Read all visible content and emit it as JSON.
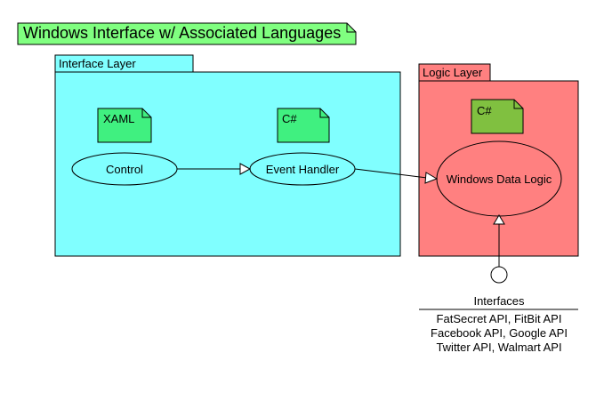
{
  "title": "Windows Interface w/ Associated Languages",
  "packages": {
    "interface_layer": {
      "label": "Interface Layer",
      "notes": [
        "XAML",
        "C#"
      ],
      "nodes": [
        "Control",
        "Event Handler"
      ]
    },
    "logic_layer": {
      "label": "Logic Layer",
      "note": "C#",
      "node": "Windows Data Logic"
    }
  },
  "interfaces": {
    "label": "Interfaces",
    "items": [
      "FatSecret API,  FitBit API",
      "Facebook API,  Google API",
      "Twitter API,  Walmart API"
    ]
  },
  "colors": {
    "title_fill": "#80ff80",
    "interface_fill": "#80ffff",
    "logic_fill": "#ff8080",
    "note_green": "#40f080",
    "note_olive": "#80c040"
  }
}
